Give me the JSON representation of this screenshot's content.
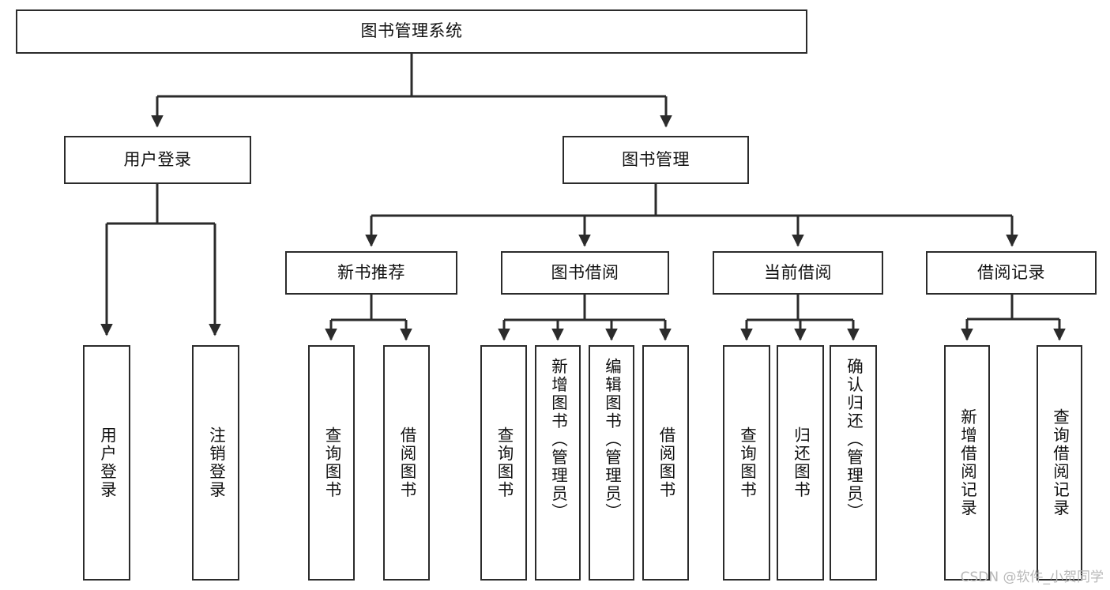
{
  "diagram": {
    "type": "tree-hierarchy",
    "title": "图书管理系统",
    "watermark": "CSDN @软件_小贺同学",
    "style": {
      "background": "#ffffff",
      "stroke": "#2b2b2b",
      "text": "#111111",
      "watermark_color": "#b8b8b8"
    },
    "nodes": {
      "root": {
        "label": "图书管理系统"
      },
      "level2": [
        {
          "id": "user-login",
          "label": "用户登录"
        },
        {
          "id": "book-manage",
          "label": "图书管理"
        }
      ],
      "level3": [
        {
          "id": "new-book-rec",
          "label": "新书推荐"
        },
        {
          "id": "book-borrow",
          "label": "图书借阅"
        },
        {
          "id": "current-borrow",
          "label": "当前借阅"
        },
        {
          "id": "borrow-record",
          "label": "借阅记录"
        }
      ],
      "leaves": {
        "user-login": [
          {
            "id": "leaf-user-login",
            "label": "用户登录"
          },
          {
            "id": "leaf-logout",
            "label": "注销登录"
          }
        ],
        "new-book-rec": [
          {
            "id": "leaf-query-book-1",
            "label": "查询图书"
          },
          {
            "id": "leaf-borrow-book-1",
            "label": "借阅图书"
          }
        ],
        "book-borrow": [
          {
            "id": "leaf-query-book-2",
            "label": "查询图书"
          },
          {
            "id": "leaf-add-book",
            "label": "新增图书（管理员）"
          },
          {
            "id": "leaf-edit-book",
            "label": "编辑图书（管理员）"
          },
          {
            "id": "leaf-borrow-book-2",
            "label": "借阅图书"
          }
        ],
        "current-borrow": [
          {
            "id": "leaf-query-book-3",
            "label": "查询图书"
          },
          {
            "id": "leaf-return-book",
            "label": "归还图书"
          },
          {
            "id": "leaf-confirm-return",
            "label": "确认归还（管理员）"
          }
        ],
        "borrow-record": [
          {
            "id": "leaf-add-record",
            "label": "新增借阅记录"
          },
          {
            "id": "leaf-query-record",
            "label": "查询借阅记录"
          }
        ]
      }
    },
    "edges": [
      {
        "from": "图书管理系统",
        "to": "用户登录"
      },
      {
        "from": "图书管理系统",
        "to": "图书管理"
      },
      {
        "from": "用户登录",
        "to": "用户登录"
      },
      {
        "from": "用户登录",
        "to": "注销登录"
      },
      {
        "from": "图书管理",
        "to": "新书推荐"
      },
      {
        "from": "图书管理",
        "to": "图书借阅"
      },
      {
        "from": "图书管理",
        "to": "当前借阅"
      },
      {
        "from": "图书管理",
        "to": "借阅记录"
      },
      {
        "from": "新书推荐",
        "to": "查询图书"
      },
      {
        "from": "新书推荐",
        "to": "借阅图书"
      },
      {
        "from": "图书借阅",
        "to": "查询图书"
      },
      {
        "from": "图书借阅",
        "to": "新增图书（管理员）"
      },
      {
        "from": "图书借阅",
        "to": "编辑图书（管理员）"
      },
      {
        "from": "图书借阅",
        "to": "借阅图书"
      },
      {
        "from": "当前借阅",
        "to": "查询图书"
      },
      {
        "from": "当前借阅",
        "to": "归还图书"
      },
      {
        "from": "当前借阅",
        "to": "确认归还（管理员）"
      },
      {
        "from": "借阅记录",
        "to": "新增借阅记录"
      },
      {
        "from": "借阅记录",
        "to": "查询借阅记录"
      }
    ]
  }
}
